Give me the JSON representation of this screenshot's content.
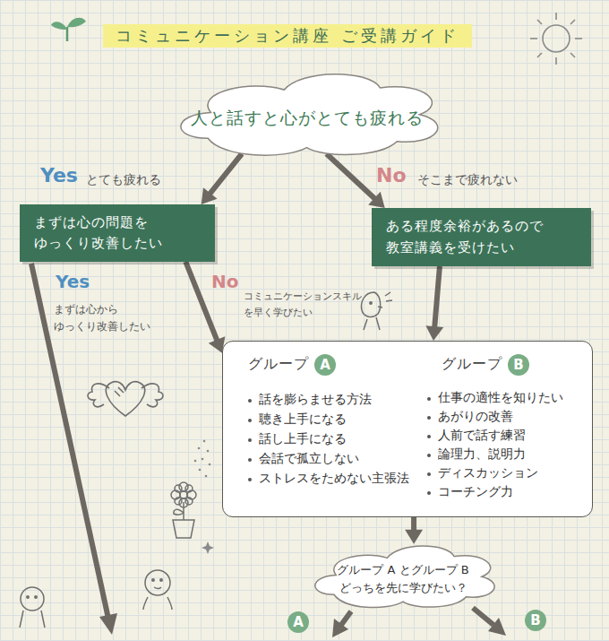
{
  "diagram": {
    "title": "コミュニケーション講座 ご受講ガイド",
    "nodes": [
      {
        "text": [
          "人と話すと心がとても疲れる"
        ]
      },
      {
        "text": [
          "まずは心の問題を ゆっくり改善したい"
        ]
      },
      {
        "text": [
          "ある程度余裕があるので 教室講義を受けたい"
        ]
      },
      {
        "text": [
          "グループ",
          "話を膨らませる方法",
          "聴き上手になる",
          "話し上手になる",
          "会話で孤立しない",
          "ストレスをためない主張法",
          "グループ",
          "仕事の適性を知りたい",
          "あがりの改善",
          "人前で話す練習",
          "論理力、説明力",
          "ディスカッション",
          "コーチング力"
        ]
      },
      {
        "text": [
          "A"
        ],
        "in": 3
      },
      {
        "text": [
          "B"
        ],
        "in": 3
      },
      {
        "text": [
          "グループ A とグループ B どっちを先に学びたい？"
        ]
      },
      {
        "text": [
          "A"
        ]
      },
      {
        "text": [
          "B"
        ]
      }
    ],
    "edges": [
      {
        "from": 0,
        "to": 1,
        "arrow": "to"
      },
      {
        "from": 0,
        "to": 2,
        "arrow": "to"
      },
      {
        "from": 1,
        "to": 3,
        "arrow": "to"
      },
      {
        "from": 2,
        "to": 3,
        "arrow": "to"
      },
      {
        "from": 3,
        "to": 6,
        "arrow": "to"
      }
    ],
    "labels": [
      "Yes",
      "とても疲れる",
      "No",
      "そこまで疲れない",
      "Yes",
      "まずは心から ゆっくり改善したい",
      "No",
      "コミュニケーションスキル を早く学びたい"
    ]
  }
}
